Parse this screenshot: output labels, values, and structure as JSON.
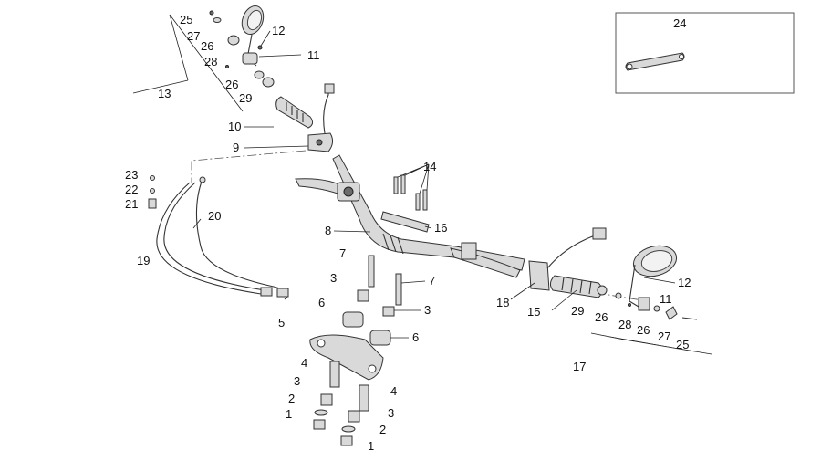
{
  "callouts": [
    {
      "id": "c25a",
      "text": "25"
    },
    {
      "id": "c27a",
      "text": "27"
    },
    {
      "id": "c26a",
      "text": "26"
    },
    {
      "id": "c28a",
      "text": "28"
    },
    {
      "id": "c12a",
      "text": "12"
    },
    {
      "id": "c11a",
      "text": "11"
    },
    {
      "id": "c26b",
      "text": "26"
    },
    {
      "id": "c13",
      "text": "13"
    },
    {
      "id": "c29a",
      "text": "29"
    },
    {
      "id": "c10",
      "text": "10"
    },
    {
      "id": "c9",
      "text": "9"
    },
    {
      "id": "c24",
      "text": "24"
    },
    {
      "id": "c23",
      "text": "23"
    },
    {
      "id": "c22",
      "text": "22"
    },
    {
      "id": "c21",
      "text": "21"
    },
    {
      "id": "c20",
      "text": "20"
    },
    {
      "id": "c19",
      "text": "19"
    },
    {
      "id": "c14",
      "text": "14"
    },
    {
      "id": "c16",
      "text": "16"
    },
    {
      "id": "c8",
      "text": "8"
    },
    {
      "id": "c7a",
      "text": "7"
    },
    {
      "id": "c7b",
      "text": "7"
    },
    {
      "id": "c3a",
      "text": "3"
    },
    {
      "id": "c3b",
      "text": "3"
    },
    {
      "id": "c6a",
      "text": "6"
    },
    {
      "id": "c6b",
      "text": "6"
    },
    {
      "id": "c5",
      "text": "5"
    },
    {
      "id": "c4a",
      "text": "4"
    },
    {
      "id": "c4b",
      "text": "4"
    },
    {
      "id": "c3c",
      "text": "3"
    },
    {
      "id": "c3d",
      "text": "3"
    },
    {
      "id": "c2a",
      "text": "2"
    },
    {
      "id": "c2b",
      "text": "2"
    },
    {
      "id": "c1a",
      "text": "1"
    },
    {
      "id": "c1b",
      "text": "1"
    },
    {
      "id": "c18",
      "text": "18"
    },
    {
      "id": "c15",
      "text": "15"
    },
    {
      "id": "c29b",
      "text": "29"
    },
    {
      "id": "c26c",
      "text": "26"
    },
    {
      "id": "c28b",
      "text": "28"
    },
    {
      "id": "c12b",
      "text": "12"
    },
    {
      "id": "c11b",
      "text": "11"
    },
    {
      "id": "c26d",
      "text": "26"
    },
    {
      "id": "c27b",
      "text": "27"
    },
    {
      "id": "c25b",
      "text": "25"
    },
    {
      "id": "c17",
      "text": "17"
    }
  ]
}
